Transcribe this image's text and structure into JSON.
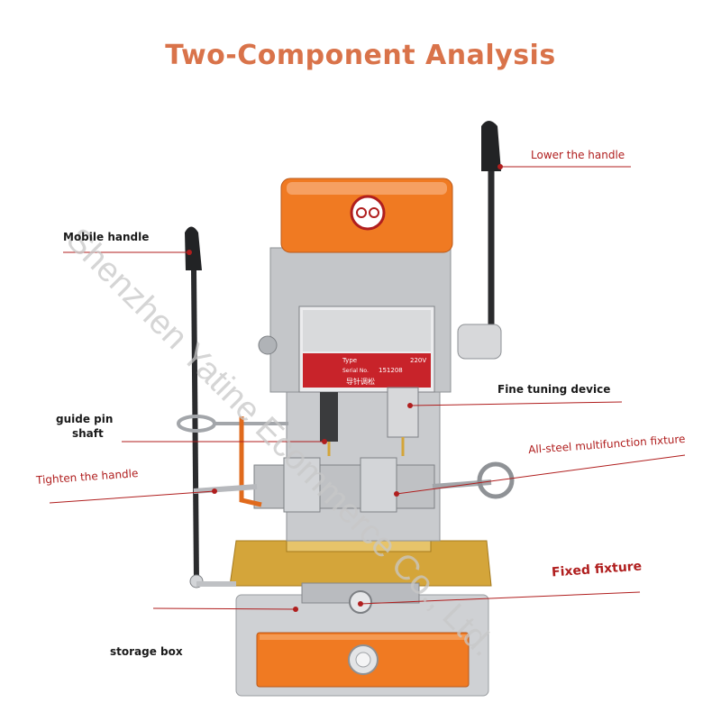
{
  "title": "Two-Component Analysis",
  "watermark": "Shenzhen Yatine Ecommerce Co., Ltd.",
  "labels": {
    "lower_handle": "Lower the handle",
    "mobile_handle": "Mobile handle",
    "fine_tuning": "Fine tuning device",
    "guide_pin_line1": "guide pin",
    "guide_pin_line2": "shaft",
    "all_steel_fixture": "All-steel multifunction fixture",
    "tighten_handle": "Tighten the handle",
    "fixed_fixture": "Fixed fixture",
    "storage_box": "storage box"
  },
  "machine": {
    "plate_type": "Type",
    "plate_volts": "220V",
    "plate_serial_label": "Serial No.",
    "plate_serial": "151208",
    "plate_chinese": "导针调松"
  },
  "colors": {
    "accent_orange": "#f07a22",
    "title_color": "#d9734a",
    "label_red": "#b01e1e",
    "body_gray": "#c9cbce",
    "base_gold": "#d4a53a"
  }
}
